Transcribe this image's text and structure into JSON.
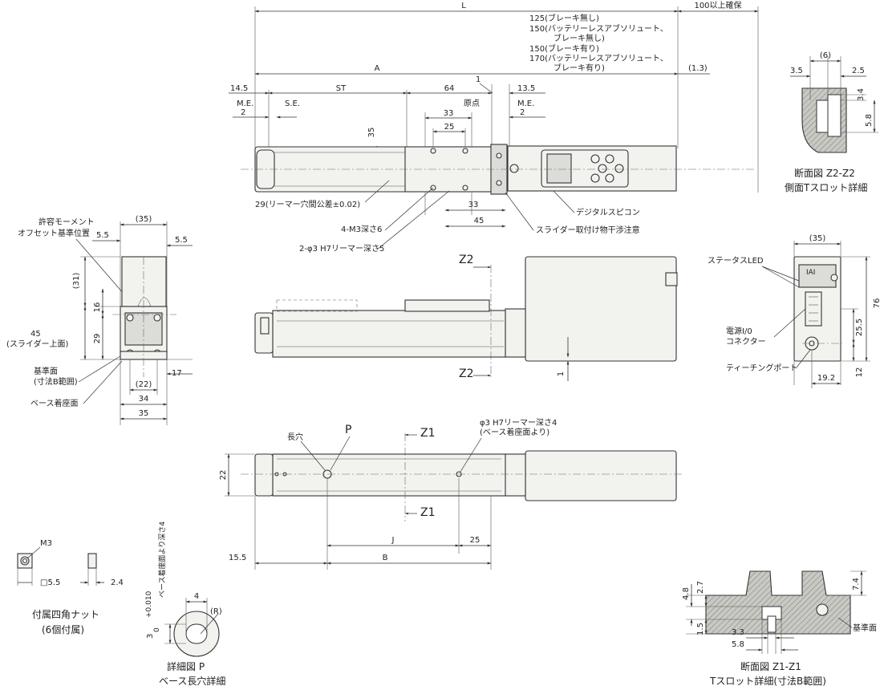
{
  "top_view": {
    "L": "L",
    "A": "A",
    "ST": "ST",
    "d64": "64",
    "d1": "1",
    "d14_5": "14.5",
    "d13_5": "13.5",
    "me_left": "M.E.",
    "se": "S.E.",
    "origin": "原点",
    "me_right": "M.E.",
    "d2_left": "2",
    "d2_right": "2",
    "d33_top": "33",
    "d25_top": "25",
    "d35": "35",
    "d33_bottom": "33",
    "d45": "45",
    "d100": "100以上確保",
    "d1_3": "(1.3)",
    "motor_note_1": "125(ブレーキ無し)",
    "motor_note_2": "150(バッテリーレスアブソリュート、",
    "motor_note_3": "ブレーキ無し)",
    "motor_note_4": "150(ブレーキ有り)",
    "motor_note_5": "170(バッテリーレスアブソリュート、",
    "motor_note_6": "ブレーキ有り)",
    "reamer_pitch": "29(リーマー穴間公差±0.02)",
    "m3": "4-M3深さ6",
    "reamer_holes": "2-φ3 H7リーマー深さ5",
    "digital_speed": "デジタルスピコン",
    "slider_note": "スライダー取付け物干渉注意"
  },
  "z2_section": {
    "d6": "(6)",
    "d3_5": "3.5",
    "d2_5": "2.5",
    "d3_4": "3.4",
    "d5_8": "5.8",
    "title_1": "断面図 Z2-Z2",
    "title_2": "側面Tスロット詳細"
  },
  "side_view": {
    "moment_1": "許容モーメント",
    "moment_2": "オフセット基準位置",
    "d35_top": "(35)",
    "d5_5_left": "5.5",
    "d5_5_right": "5.5",
    "d31": "(31)",
    "d16": "16",
    "d45": "45",
    "slider_top": "(スライダー上面)",
    "d29": "29",
    "base_ref_1": "基準面",
    "base_ref_2": "(寸法B範囲)",
    "d17": "17",
    "d22": "(22)",
    "base_mount": "ベース着座面",
    "d34": "34",
    "d35_bottom": "35"
  },
  "front_view": {
    "z2_top": "Z2",
    "z2_bottom": "Z2",
    "d1": "1"
  },
  "end_view": {
    "d35": "(35)",
    "status_led": "ステータスLED",
    "logo": "IAI",
    "power_1": "電源I/0",
    "power_2": "コネクター",
    "teaching": "ティーチングポート",
    "d76": "76",
    "d25_5": "25.5",
    "d12": "12",
    "d19_2": "19.2"
  },
  "bottom_view": {
    "long_hole": "長穴",
    "p": "P",
    "z1_top": "Z1",
    "z1_bottom": "Z1",
    "reamer_1": "φ3 H7リーマー深さ4",
    "reamer_2": "(ベース着座面より)",
    "d22": "22",
    "J": "J",
    "d25": "25",
    "B": "B",
    "d15_5": "15.5"
  },
  "nut": {
    "m3": "M3",
    "d5_5": "□5.5",
    "d2_4": "2.4",
    "title_1": "付属四角ナット",
    "title_2": "(6個付属)"
  },
  "detail_p": {
    "depth": "ベース着座面より深さ4",
    "tol": "3",
    "tol_upper": "+0.010",
    "tol_lower": "0",
    "d4": "4",
    "r": "(R)",
    "title_1": "詳細図 P",
    "title_2": "ベース長穴詳細"
  },
  "z1_section": {
    "d4_8": "4.8",
    "d2_7": "2.7",
    "d7_4": "7.4",
    "d1_5": "1.5",
    "d3_3": "3.3",
    "d5_8": "5.8",
    "base_ref": "基準面",
    "title_1": "断面図 Z1-Z1",
    "title_2": "Tスロット詳細(寸法B範囲)"
  }
}
